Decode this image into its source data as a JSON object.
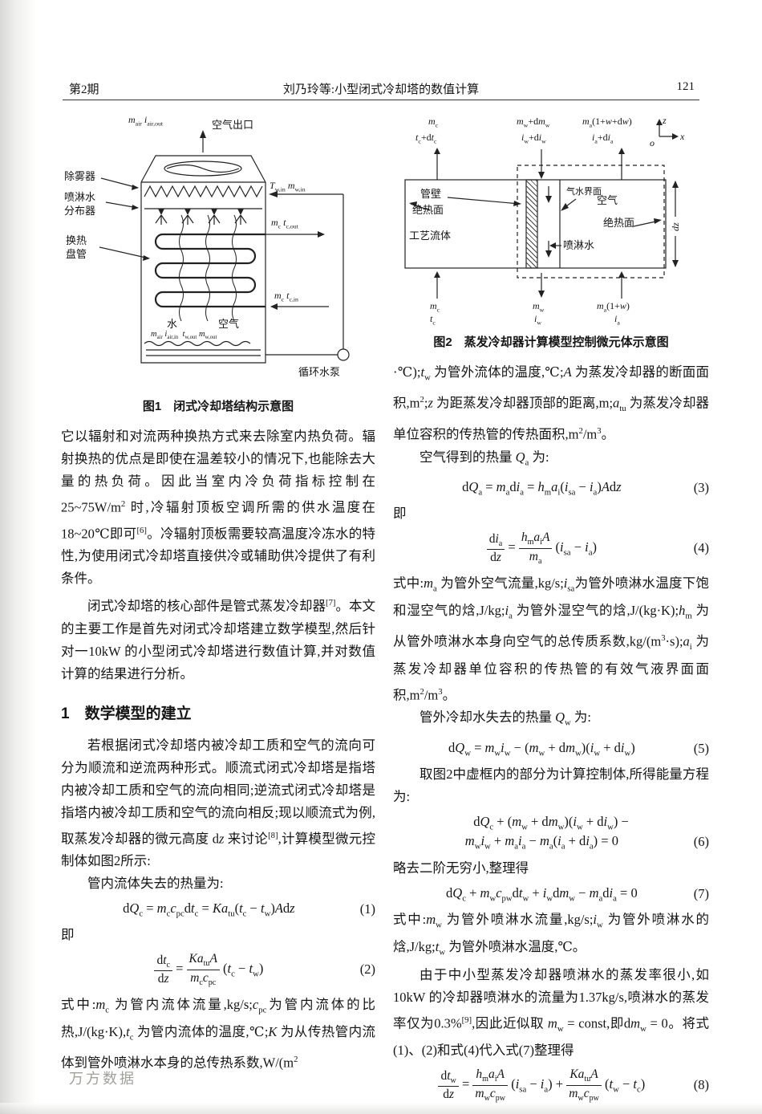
{
  "header": {
    "issue": "第2期",
    "title": "刘乃玲等:小型闭式冷却塔的数值计算",
    "page_number": "121"
  },
  "fig1": {
    "caption": "图1　闭式冷却塔结构示意图",
    "labels": {
      "air_out_flow": "<i>m</i><sub>air</sub> <i>i</i><sub>air,out</sub>",
      "air_outlet": "空气出口",
      "demister": "除雾器",
      "spray_distributor": "喷淋水<br>分布器",
      "spray_water_in": "<i>T</i><sub>w,in</sub> <i>m</i><sub>w,in</sub>",
      "fluid_out": "<i>m</i><sub>c</sub> <i>t</i><sub>c,out</sub>",
      "coil": "换热<br>盘管",
      "water": "水",
      "air": "空气",
      "bottom_flow": "<i>m</i><sub>air</sub> <i>i</i><sub>air,in</sub>&nbsp;&nbsp;<i>t</i><sub>w,out</sub> <i>m</i><sub>w,out</sub>",
      "fluid_in": "<i>m</i><sub>c</sub> <i>t</i><sub>c,in</sub>",
      "pump": "循环水泵"
    }
  },
  "fig2": {
    "caption": "图2　蒸发冷却器计算模型控制微元体示意图",
    "labels": {
      "top_left_1": "<i>m</i><sub>c</sub>",
      "top_left_2": "<i>t</i><sub>c</sub>+d<i>t</i><sub>c</sub>",
      "top_mid_1": "<i>m</i><sub>w</sub>+d<i>m</i><sub>w</sub>",
      "top_mid_2": "<i>i</i><sub>w</sub>+d<i>i</i><sub>w</sub>",
      "top_right_1": "<i>m</i><sub>a</sub>(1+<i>w</i>+d<i>w</i>)",
      "top_right_2": "<i>i</i><sub>a</sub>+d<i>i</i><sub>a</sub>",
      "axis_z": "z",
      "axis_x": "x",
      "axis_o": "o",
      "adiabatic_left": "绝热面",
      "process_fluid": "工艺流体",
      "tube_wall": "管壁",
      "interface": "气水界面",
      "air": "空气",
      "adiabatic_right": "绝热面",
      "spray_water": "喷淋水",
      "dz": "dz",
      "bottom_left_1": "<i>m</i><sub>c</sub>",
      "bottom_left_2": "<i>t</i><sub>c</sub>",
      "bottom_mid_1": "<i>m</i><sub>w</sub>",
      "bottom_mid_2": "<i>i</i><sub>w</sub>",
      "bottom_right_1": "<i>m</i><sub>a</sub>(1+<i>w</i>)",
      "bottom_right_2": "<i>i</i><sub>a</sub>"
    }
  },
  "left": {
    "p1": "它以辐射和对流两种换热方式来去除室内热负荷。辐射换热的优点是即使在温差较小的情况下,也能除去大量的热负荷。因此当室内冷负荷指标控制在25~75W/m<sup>2</sup> 时,冷辐射顶板空调所需的供水温度在18~20℃即可<sup>[6]</sup>。冷辐射顶板需要较高温度冷冻水的特性,为使用闭式冷却塔直接供冷或辅助供冷提供了有利条件。",
    "p2": "闭式冷却塔的核心部件是管式蒸发冷却器<sup>[7]</sup>。本文的主要工作是首先对闭式冷却塔建立数学模型,然后针对一10kW 的小型闭式冷却塔进行数值计算,并对数值计算的结果进行分析。",
    "section1": "1　数学模型的建立",
    "p3": "若根据闭式冷却塔内被冷却工质和空气的流向可分为顺流和逆流两种形式。顺流式闭式冷却塔是指塔内被冷却工质和空气的流向相同;逆流式闭式冷却塔是指塔内被冷却工质和空气的流向相反;现以顺流式为例,取蒸发冷却器的微元高度 d<i>z</i> 来讨论<sup>[8]</sup>,计算模型微元控制体如图2所示:",
    "p4": "管内流体失去的热量为:",
    "eq1": {
      "body": "d<i>Q</i><sub>c</sub> = <i>m</i><sub>c</sub><i>c</i><sub>pc</sub>d<i>t</i><sub>c</sub> = <i>Ka</i><sub>tu</sub>(<i>t</i><sub>c</sub> − <i>t</i><sub>w</sub>)<i>A</i>d<i>z</i>",
      "num": "(1)"
    },
    "then1": "即",
    "eq2": {
      "body": "<span class='frac'><span class='num'>d<i>t</i><sub>c</sub></span><span class='den'>d<i>z</i></span></span> = <span class='frac'><span class='num'><i>Ka</i><sub>tu</sub><i>A</i></span><span class='den'><i>m</i><sub>c</sub><i>c</i><sub>pc</sub></span></span> (<i>t</i><sub>c</sub> − <i>t</i><sub>w</sub>)",
      "num": "(2)"
    },
    "p5": "式中:<i>m</i><sub>c</sub> 为管内流体流量,kg/s;<i>c</i><sub>pc</sub>为管内流体的比热,J/(kg·K),<i>t</i><sub>c</sub> 为管内流体的温度,℃;<i>K</i> 为从传热管内流体到管外喷淋水本身的总传热系数,W/(m<sup>2</sup>"
  },
  "right": {
    "p1": "·℃);<i>t</i><sub>w</sub> 为管外流体的温度,℃;<i>A</i> 为蒸发冷却器的断面面积,m<sup>2</sup>;<i>z</i> 为距蒸发冷却器顶部的距离,m;<i>a</i><sub>tu</sub> 为蒸发冷却器单位容积的传热管的传热面积,m<sup>2</sup>/m<sup>3</sup>。",
    "p2": "空气得到的热量 <i>Q</i><sub>a</sub> 为:",
    "eq3": {
      "body": "d<i>Q</i><sub>a</sub> = <i>m</i><sub>a</sub>d<i>i</i><sub>a</sub> = <i>h</i><sub>m</sub><i>a</i><sub>i</sub>(<i>i</i><sub>sa</sub> − <i>i</i><sub>a</sub>)<i>A</i>d<i>z</i>",
      "num": "(3)"
    },
    "then1": "即",
    "eq4": {
      "body": "<span class='frac'><span class='num'>d<i>i</i><sub>a</sub></span><span class='den'>d<i>z</i></span></span> = <span class='frac'><span class='num'><i>h</i><sub>m</sub><i>a</i><sub>i</sub><i>A</i></span><span class='den'><i>m</i><sub>a</sub></span></span> (<i>i</i><sub>sa</sub> − <i>i</i><sub>a</sub>)",
      "num": "(4)"
    },
    "p3": "式中:<i>m</i><sub>a</sub> 为管外空气流量,kg/s;<i>i</i><sub>sa</sub>为管外喷淋水温度下饱和湿空气的焓,J/kg;<i>i</i><sub>a</sub> 为管外湿空气的焓,J/(kg·K);<i>h</i><sub>m</sub> 为从管外喷淋水本身向空气的总传质系数,kg/(m<sup>3</sup>·s);<i>a</i><sub>i</sub> 为蒸发冷却器单位容积的传热管的有效气液界面面积,m<sup>2</sup>/m<sup>3</sup>。",
    "p4": "管外冷却水失去的热量 <i>Q</i><sub>w</sub> 为:",
    "eq5": {
      "body": "d<i>Q</i><sub>w</sub> = <i>m</i><sub>w</sub><i>i</i><sub>w</sub> − (<i>m</i><sub>w</sub> + d<i>m</i><sub>w</sub>)(<i>i</i><sub>w</sub> + d<i>i</i><sub>w</sub>)",
      "num": "(5)"
    },
    "p5": "取图2中虚框内的部分为计算控制体,所得能量方程为:",
    "eq6": {
      "line1": "d<i>Q</i><sub>c</sub> + (<i>m</i><sub>w</sub> + d<i>m</i><sub>w</sub>)(<i>i</i><sub>w</sub> + d<i>i</i><sub>w</sub>) −",
      "line2": "<i>m</i><sub>w</sub><i>i</i><sub>w</sub> + <i>m</i><sub>a</sub><i>i</i><sub>a</sub> − <i>m</i><sub>a</sub>(<i>i</i><sub>a</sub> + d<i>i</i><sub>a</sub>) = 0",
      "num": "(6)"
    },
    "p6": "略去二阶无穷小,整理得",
    "eq7": {
      "body": "d<i>Q</i><sub>c</sub> + <i>m</i><sub>w</sub><i>c</i><sub>pw</sub>d<i>t</i><sub>w</sub> + <i>i</i><sub>w</sub>d<i>m</i><sub>w</sub> − <i>m</i><sub>a</sub>d<i>i</i><sub>a</sub> = 0",
      "num": "(7)"
    },
    "p7": "式中:<i>m</i><sub>w</sub> 为管外喷淋水流量,kg/s;<i>i</i><sub>w</sub> 为管外喷淋水的焓,J/kg;<i>t</i><sub>w</sub> 为管外喷淋水温度,℃。",
    "p8": "由于中小型蒸发冷却器喷淋水的蒸发率很小,如10kW 的冷却器喷淋水的流量为1.37kg/s,喷淋水的蒸发率仅为0.3%<sup>[9]</sup>,因此近似取 <i>m</i><sub>w</sub> = const,即d<i>m</i><sub>w</sub> = 0。将式(1)、(2)和式(4)代入式(7)整理得",
    "eq8": {
      "body": "<span class='frac'><span class='num'>d<i>t</i><sub>w</sub></span><span class='den'>d<i>z</i></span></span> = <span class='frac'><span class='num'><i>h</i><sub>m</sub><i>a</i><sub>i</sub><i>A</i></span><span class='den'><i>m</i><sub>w</sub><i>c</i><sub>pw</sub></span></span> (<i>i</i><sub>sa</sub> − <i>i</i><sub>a</sub>) + <span class='frac'><span class='num'><i>Ka</i><sub>tu</sub><i>A</i></span><span class='den'><i>m</i><sub>w</sub><i>c</i><sub>pw</sub></span></span> (<i>t</i><sub>w</sub> − <i>t</i><sub>c</sub>)",
      "num": "(8)"
    }
  },
  "watermark": "万方数据"
}
